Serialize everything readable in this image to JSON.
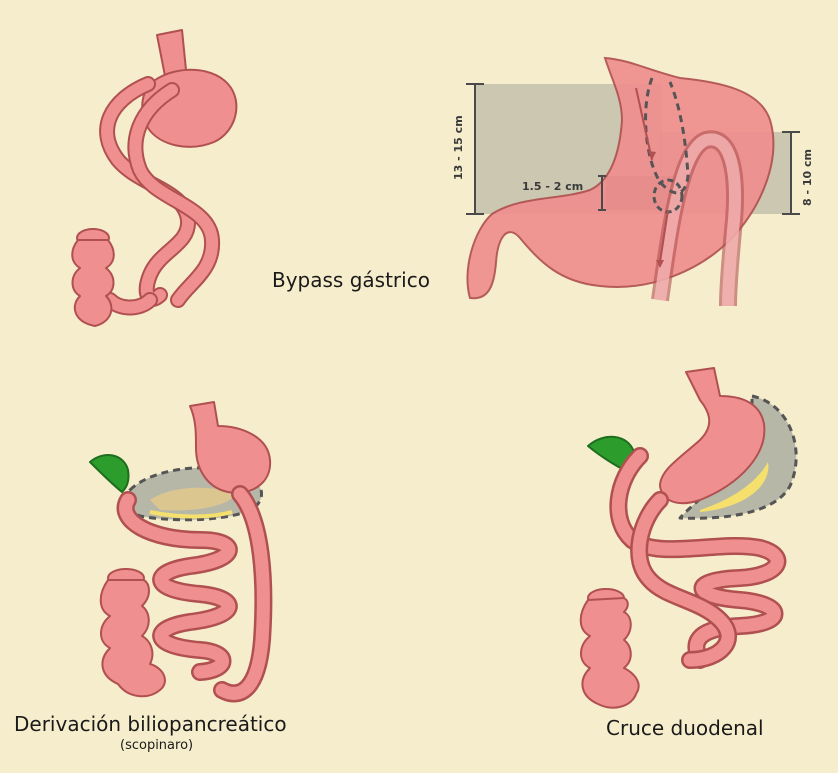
{
  "labels": {
    "bypass": "Bypass gástrico",
    "derivacion": "Derivación biliopancreático",
    "scopinaro": "(scopinaro)",
    "cruce": "Cruce duodenal"
  },
  "measurements": {
    "height_pouch": "13 - 15 cm",
    "width_pouch": "1.5 - 2 cm",
    "height_right": "8 - 10 cm"
  },
  "colors": {
    "background": "#f5edcc",
    "organ_fill": "#ef8f8f",
    "organ_stroke": "#b05050",
    "organ_highlight": "#f7b6b6",
    "measure_box": "#9a9a8f",
    "removed_tissue": "#b7b7a8",
    "fat": "#f5df6d",
    "gallbladder": "#2c9c2c"
  }
}
